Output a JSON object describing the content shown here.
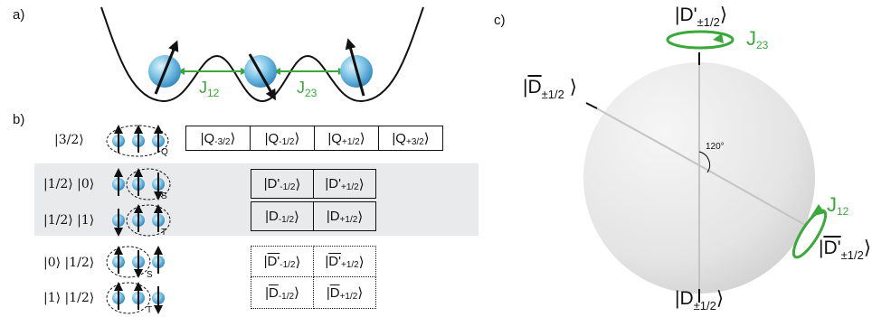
{
  "panels": {
    "a": "a)",
    "b": "b)",
    "c": "c)"
  },
  "panel_a": {
    "couplings": [
      {
        "main": "J",
        "sub": "12"
      },
      {
        "main": "J",
        "sub": "23"
      }
    ],
    "colors": {
      "spin_blue": "#4aa6d9",
      "coupling_green": "#3aa83a",
      "potential": "#111111"
    }
  },
  "panel_b": {
    "rows": [
      {
        "ket": "|3/2⟩",
        "cluster_letter": "Q"
      },
      {
        "ket": "|1/2⟩ |0⟩",
        "cluster_letter": "S"
      },
      {
        "ket": "|1/2⟩ |1⟩",
        "cluster_letter": "T"
      },
      {
        "ket": "|0⟩ |1/2⟩",
        "cluster_letter": "S"
      },
      {
        "ket": "|1⟩ |1/2⟩",
        "cluster_letter": "T"
      }
    ],
    "q_states": [
      {
        "main": "|Q",
        "sub": "-3/2",
        "end": " ⟩"
      },
      {
        "main": "|Q",
        "sub": "-1/2",
        "end": " ⟩"
      },
      {
        "main": "|Q",
        "sub": "+1/2",
        "end": " ⟩"
      },
      {
        "main": "|Q",
        "sub": "+3/2",
        "end": "⟩"
      }
    ],
    "dprime_states": [
      {
        "main": "|D'",
        "sub": "-1/2",
        "end": "⟩"
      },
      {
        "main": "|D'",
        "sub": "+1/2",
        "end": "⟩"
      }
    ],
    "d_states": [
      {
        "main": "|D",
        "sub": "-1/2",
        "end": "⟩"
      },
      {
        "main": "|D",
        "sub": "+1/2",
        "end": "⟩"
      }
    ],
    "dbar_prime_states": [
      {
        "bar": "D'",
        "pre": "|",
        "sub": "-1/2",
        "end": "⟩"
      },
      {
        "bar": "D'",
        "pre": "|",
        "sub": "+1/2",
        "end": "⟩"
      }
    ],
    "dbar_states": [
      {
        "bar": "D",
        "pre": "|",
        "sub": " -1/2",
        "end": "⟩"
      },
      {
        "bar": "D",
        "pre": "|",
        "sub": "+1/2",
        "end": "⟩"
      }
    ],
    "band_color": "#e9eaec"
  },
  "panel_c": {
    "labels": {
      "top": {
        "pre": "|",
        "main": "D'",
        "sub": "±1/2",
        "end": "⟩"
      },
      "left": {
        "pre": "|",
        "bar": "D",
        "sub": "±1/2",
        "end": " ⟩"
      },
      "right": {
        "pre": "|",
        "bar": "D'",
        "sub": "±1/2",
        "end": "⟩"
      },
      "bottom": {
        "pre": "|",
        "main": "D",
        "sub": "±1/2",
        "end": "⟩"
      }
    },
    "angle": "120°",
    "couplings": [
      {
        "main": "J",
        "sub": "23"
      },
      {
        "main": "J",
        "sub": "12"
      }
    ],
    "colors": {
      "sphere": "#e6e6e6",
      "axis": "#bfbfbf",
      "coupling_green": "#3aa83a"
    }
  }
}
